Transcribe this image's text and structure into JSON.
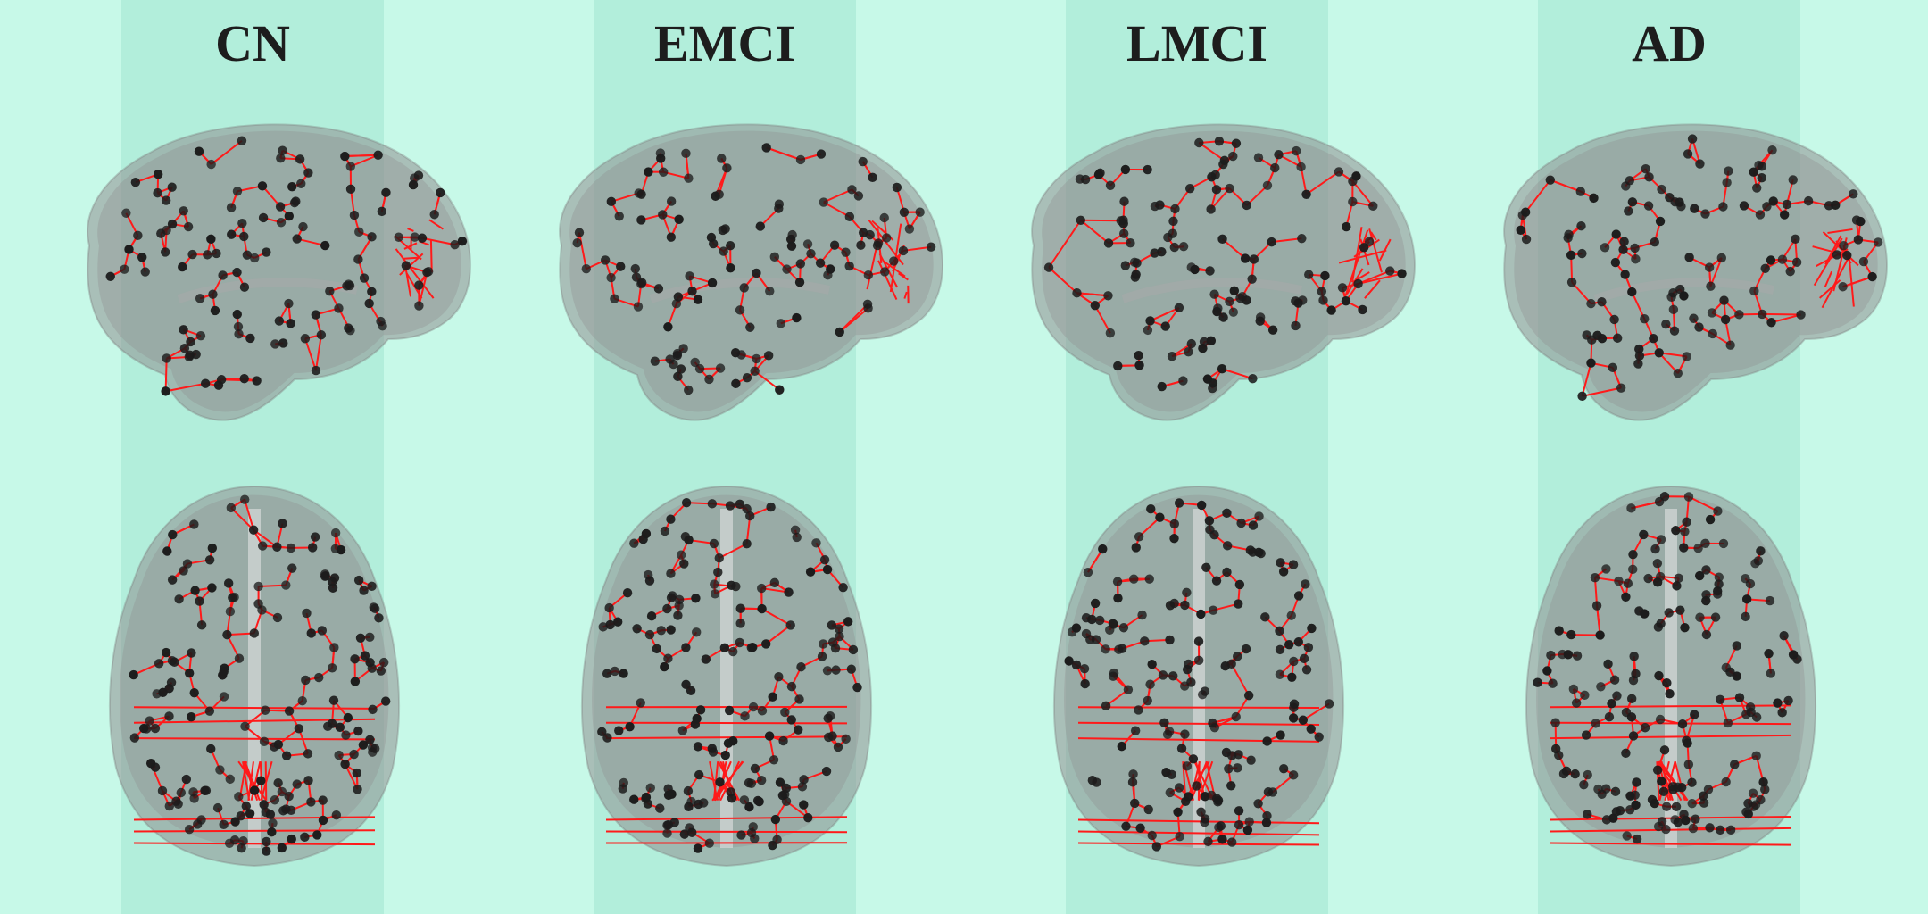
{
  "groups": [
    {
      "id": "cn",
      "label": "CN"
    },
    {
      "id": "emci",
      "label": "EMCI"
    },
    {
      "id": "lmci",
      "label": "LMCI"
    },
    {
      "id": "ad",
      "label": "AD"
    }
  ],
  "views": [
    "sagittal",
    "axial"
  ],
  "colors": {
    "background": "#c7f9e8",
    "band": "#b2eedb",
    "brain": "#8f8f8f",
    "node": "#1c1c1c",
    "edge": "#ff1a1a"
  }
}
